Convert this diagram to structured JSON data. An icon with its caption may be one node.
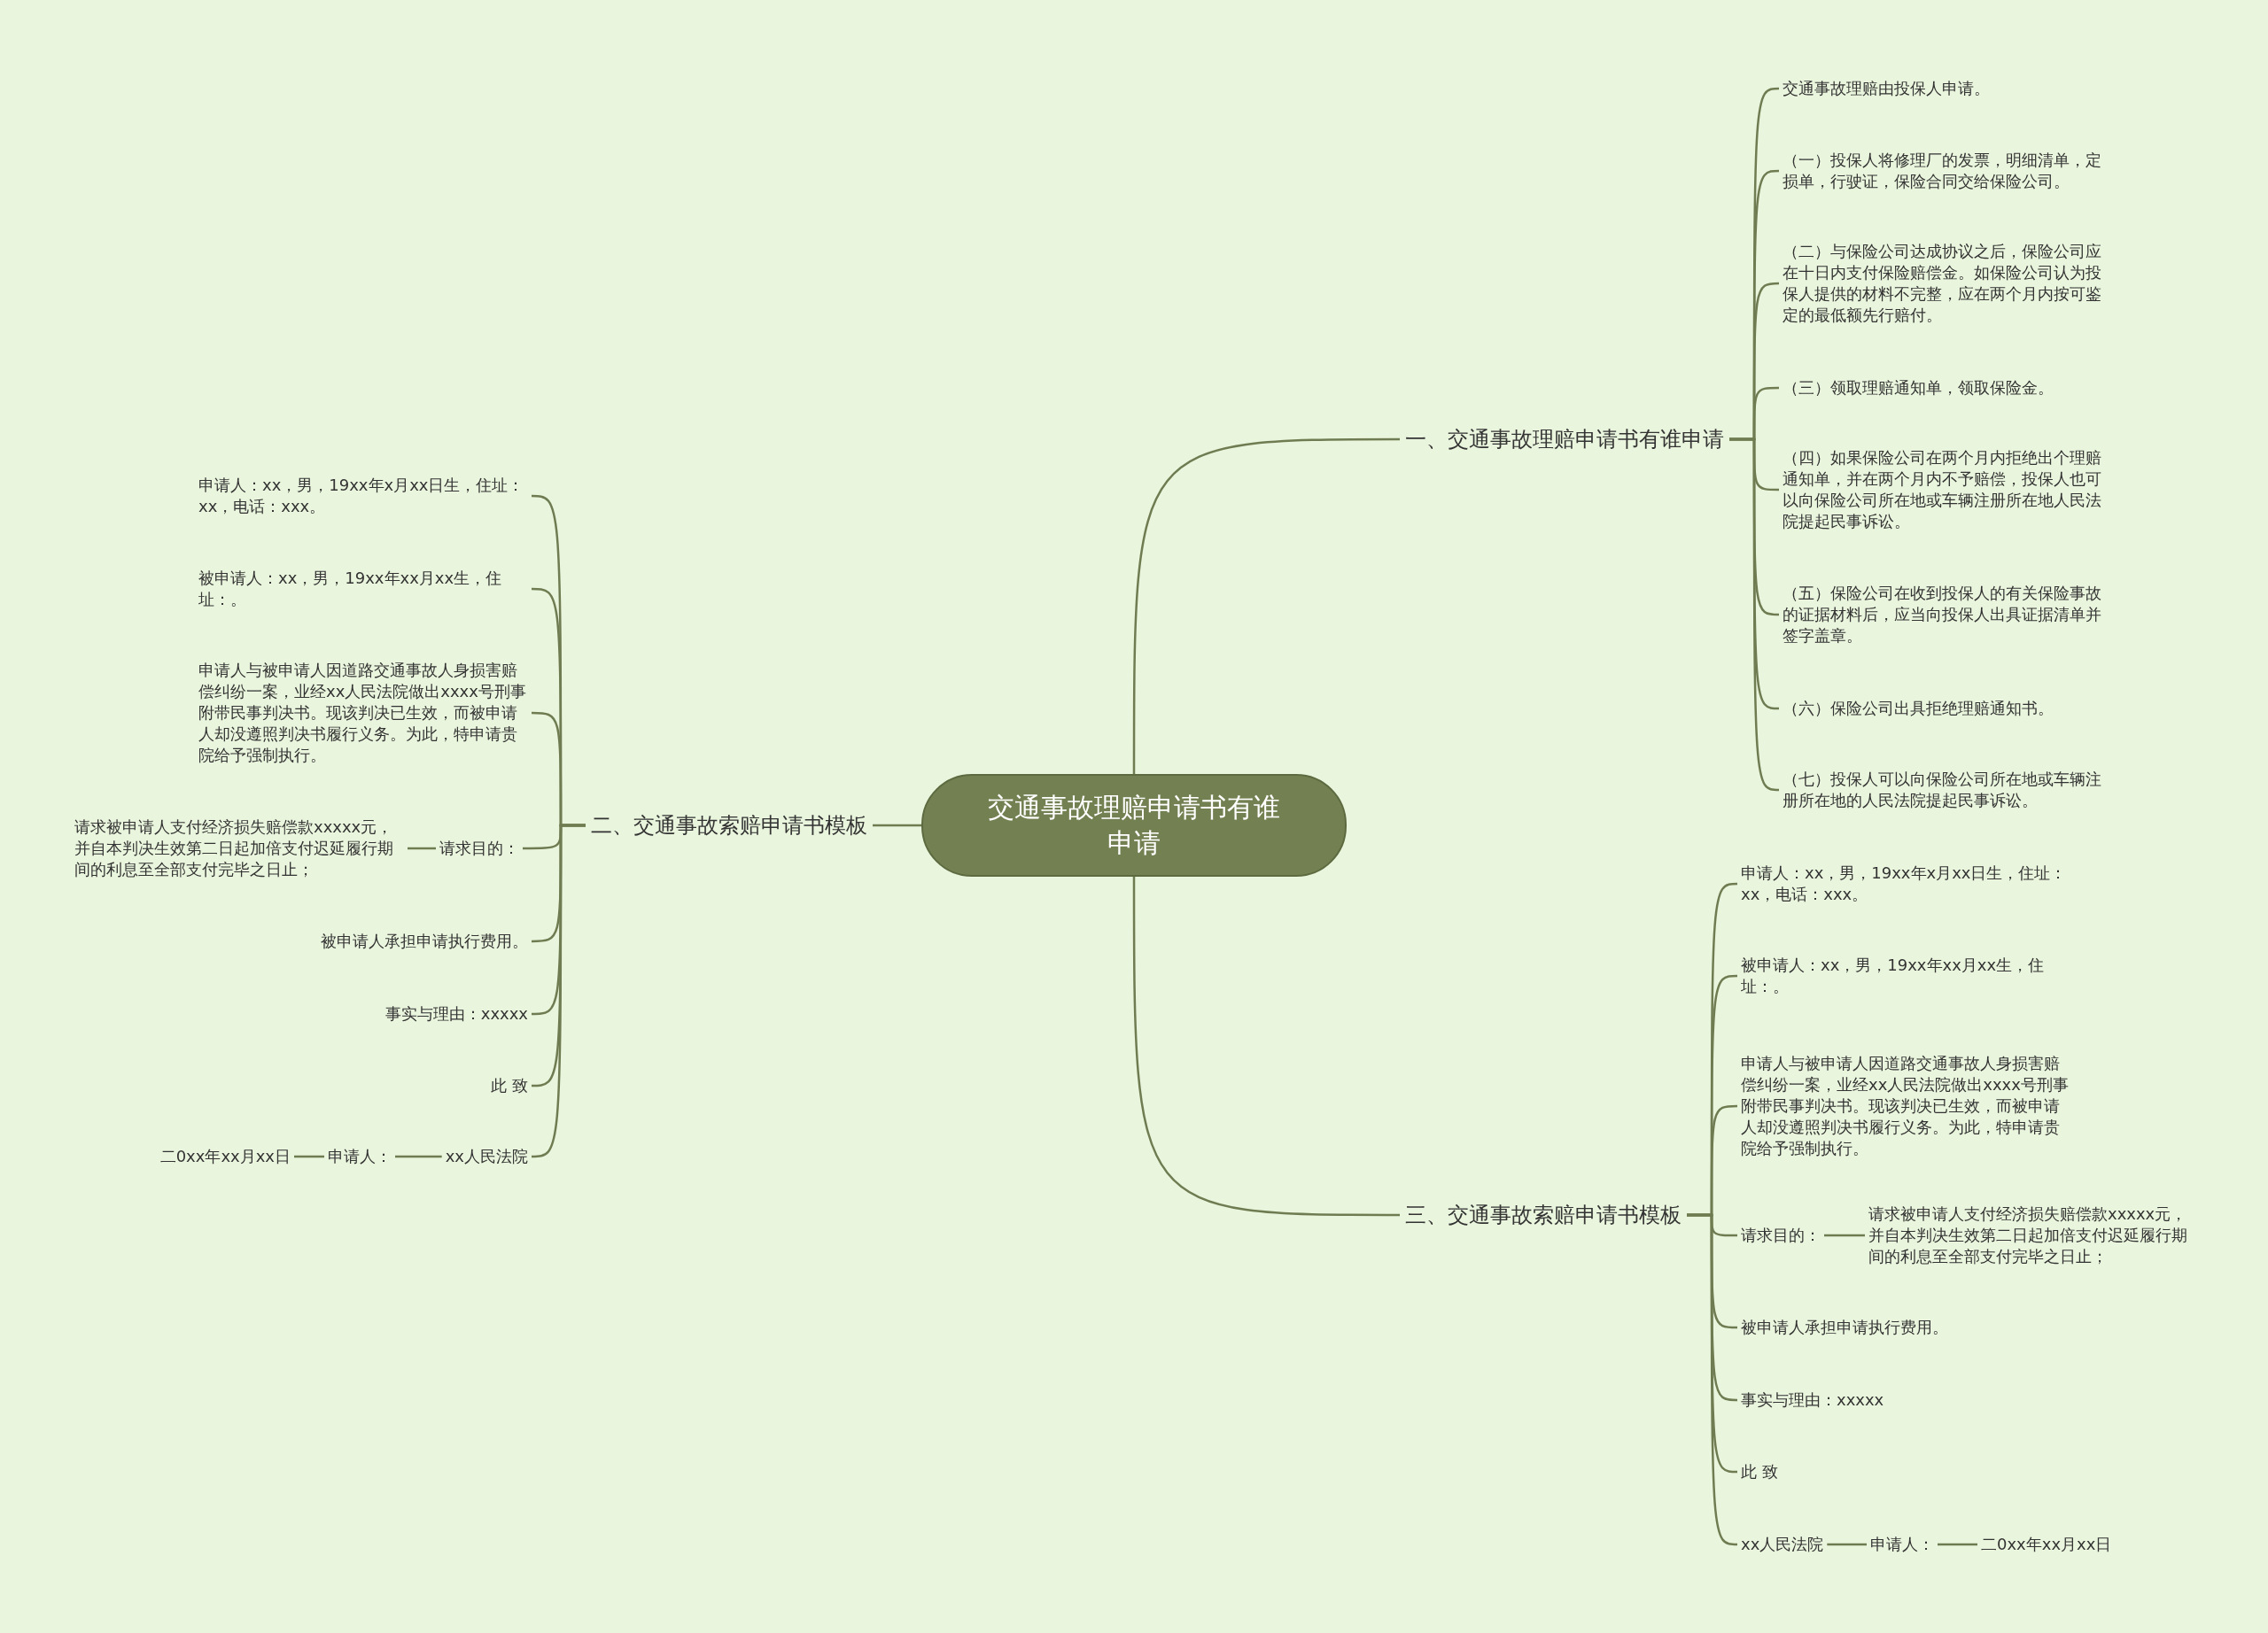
{
  "diagram": {
    "nodes": [
      {
        "text": [
          "交通事故理赔申请书有谁申请"
        ]
      },
      {
        "text": [
          "一、交通事故理赔申请书有谁申请"
        ]
      },
      {
        "text": [
          "交通事故理赔由投保人申请。"
        ]
      },
      {
        "text": [
          "（一）投保人将修理厂的发票，明细清单，定损单，行驶证，保险合同交给保险公司。"
        ]
      },
      {
        "text": [
          "（二）与保险公司达成协议之后，保险公司应在十日内支付保险赔偿金。如保险公司认为投保人提供的材料不完整，应在两个月内按可鉴定的最低额先行赔付。"
        ]
      },
      {
        "text": [
          "（三）领取理赔通知单，领取保险金。"
        ]
      },
      {
        "text": [
          "（四）如果保险公司在两个月内拒绝出个理赔通知单，并在两个月内不予赔偿，投保人也可以向保险公司所在地或车辆注册所在地人民法院提起民事诉讼。"
        ]
      },
      {
        "text": [
          "（五）保险公司在收到投保人的有关保险事故的证据材料后，应当向投保人出具证据清单并签字盖章。"
        ]
      },
      {
        "text": [
          "（六）保险公司出具拒绝理赔通知书。"
        ]
      },
      {
        "text": [
          "（七）投保人可以向保险公司所在地或车辆注册所在地的人民法院提起民事诉讼。"
        ]
      },
      {
        "text": [
          "二、交通事故索赔申请书模板"
        ]
      },
      {
        "text": [
          "申请人：xx，男，19xx年x月xx日生，住址：xx，电话：xxx。"
        ]
      },
      {
        "text": [
          "被申请人：xx，男，19xx年xx月xx生，住址：。"
        ]
      },
      {
        "text": [
          "申请人与被申请人因道路交通事故人身损害赔偿纠纷一案，业经xx人民法院做出xxxx号刑事附带民事判决书。现该判决已生效，而被申请人却没遵照判决书履行义务。为此，特申请贵院给予强制执行。"
        ]
      },
      {
        "text": [
          "请求目的："
        ]
      },
      {
        "text": [
          "请求被申请人支付经济损失赔偿款xxxxx元，并自本判决生效第二日起加倍支付迟延履行期间的利息至全部支付完毕之日止；"
        ]
      },
      {
        "text": [
          "被申请人承担申请执行费用。"
        ]
      },
      {
        "text": [
          "事实与理由：xxxxx"
        ]
      },
      {
        "text": [
          "此 致"
        ]
      },
      {
        "text": [
          "xx人民法院"
        ]
      },
      {
        "text": [
          "申请人："
        ]
      },
      {
        "text": [
          "二0xx年xx月xx日"
        ]
      },
      {
        "text": [
          "三、交通事故索赔申请书模板"
        ]
      },
      {
        "text": [
          "申请人：xx，男，19xx年x月xx日生，住址：xx，电话：xxx。"
        ]
      },
      {
        "text": [
          "被申请人：xx，男，19xx年xx月xx生，住址：。"
        ]
      },
      {
        "text": [
          "申请人与被申请人因道路交通事故人身损害赔偿纠纷一案，业经xx人民法院做出xxxx号刑事附带民事判决书。现该判决已生效，而被申请人却没遵照判决书履行义务。为此，特申请贵院给予强制执行。"
        ]
      },
      {
        "text": [
          "请求目的："
        ]
      },
      {
        "text": [
          "请求被申请人支付经济损失赔偿款xxxxx元，并自本判决生效第二日起加倍支付迟延履行期间的利息至全部支付完毕之日止；"
        ]
      },
      {
        "text": [
          "被申请人承担申请执行费用。"
        ]
      },
      {
        "text": [
          "事实与理由：xxxxx"
        ]
      },
      {
        "text": [
          "此 致"
        ]
      },
      {
        "text": [
          "xx人民法院"
        ]
      },
      {
        "text": [
          "申请人："
        ]
      },
      {
        "text": [
          "二0xx年xx月xx日"
        ]
      }
    ],
    "edges": [
      {
        "from": 0,
        "to": 1,
        "arrow": "none"
      },
      {
        "from": 0,
        "to": 10,
        "arrow": "none"
      },
      {
        "from": 0,
        "to": 22,
        "arrow": "none"
      },
      {
        "from": 1,
        "to": 2,
        "arrow": "none"
      },
      {
        "from": 1,
        "to": 3,
        "arrow": "none"
      },
      {
        "from": 1,
        "to": 4,
        "arrow": "none"
      },
      {
        "from": 1,
        "to": 5,
        "arrow": "none"
      },
      {
        "from": 1,
        "to": 6,
        "arrow": "none"
      },
      {
        "from": 1,
        "to": 7,
        "arrow": "none"
      },
      {
        "from": 1,
        "to": 8,
        "arrow": "none"
      },
      {
        "from": 1,
        "to": 9,
        "arrow": "none"
      },
      {
        "from": 10,
        "to": 11,
        "arrow": "none"
      },
      {
        "from": 10,
        "to": 12,
        "arrow": "none"
      },
      {
        "from": 10,
        "to": 13,
        "arrow": "none"
      },
      {
        "from": 10,
        "to": 14,
        "arrow": "none"
      },
      {
        "from": 14,
        "to": 15,
        "arrow": "none"
      },
      {
        "from": 10,
        "to": 16,
        "arrow": "none"
      },
      {
        "from": 10,
        "to": 17,
        "arrow": "none"
      },
      {
        "from": 10,
        "to": 18,
        "arrow": "none"
      },
      {
        "from": 10,
        "to": 19,
        "arrow": "none"
      },
      {
        "from": 19,
        "to": 20,
        "arrow": "none"
      },
      {
        "from": 20,
        "to": 21,
        "arrow": "none"
      },
      {
        "from": 22,
        "to": 23,
        "arrow": "none"
      },
      {
        "from": 22,
        "to": 24,
        "arrow": "none"
      },
      {
        "from": 22,
        "to": 25,
        "arrow": "none"
      },
      {
        "from": 22,
        "to": 26,
        "arrow": "none"
      },
      {
        "from": 26,
        "to": 27,
        "arrow": "none"
      },
      {
        "from": 22,
        "to": 28,
        "arrow": "none"
      },
      {
        "from": 22,
        "to": 29,
        "arrow": "none"
      },
      {
        "from": 22,
        "to": 30,
        "arrow": "none"
      },
      {
        "from": 22,
        "to": 31,
        "arrow": "none"
      },
      {
        "from": 31,
        "to": 32,
        "arrow": "none"
      },
      {
        "from": 32,
        "to": 33,
        "arrow": "none"
      }
    ]
  }
}
